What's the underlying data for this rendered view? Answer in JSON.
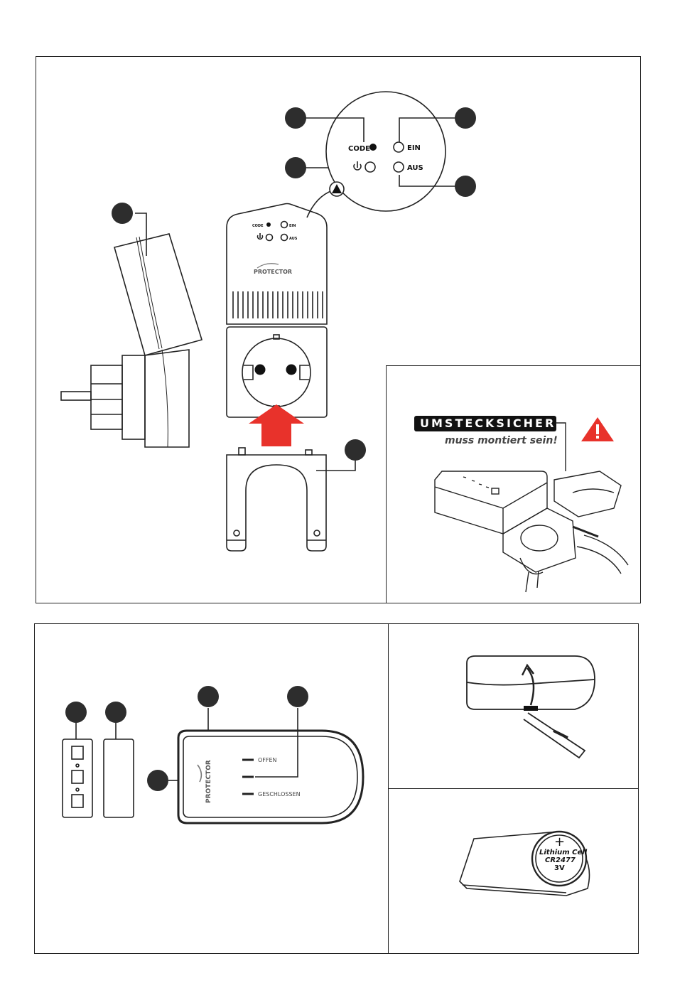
{
  "panel1": {
    "zoom": {
      "code": "CODE",
      "ein": "EIN",
      "aus": "AUS"
    },
    "device": {
      "code": "CODE",
      "ein": "EIN",
      "aus": "AUS",
      "brand": "PROTECTOR"
    }
  },
  "inset": {
    "title": "UMSTECKSICHERUNG",
    "subtitle": "muss montiert sein!"
  },
  "panel2": {
    "brand": "PROTECTOR",
    "led_labels": [
      "OFFEN",
      "",
      "GESCHLOSSEN"
    ]
  },
  "battery": {
    "plus": "+",
    "line1": "Lithium Cell",
    "line2": "CR2477",
    "line3": "3V"
  },
  "colors": {
    "accent_red": "#e8322b",
    "line": "#222222",
    "marker": "#2d2d2d"
  }
}
